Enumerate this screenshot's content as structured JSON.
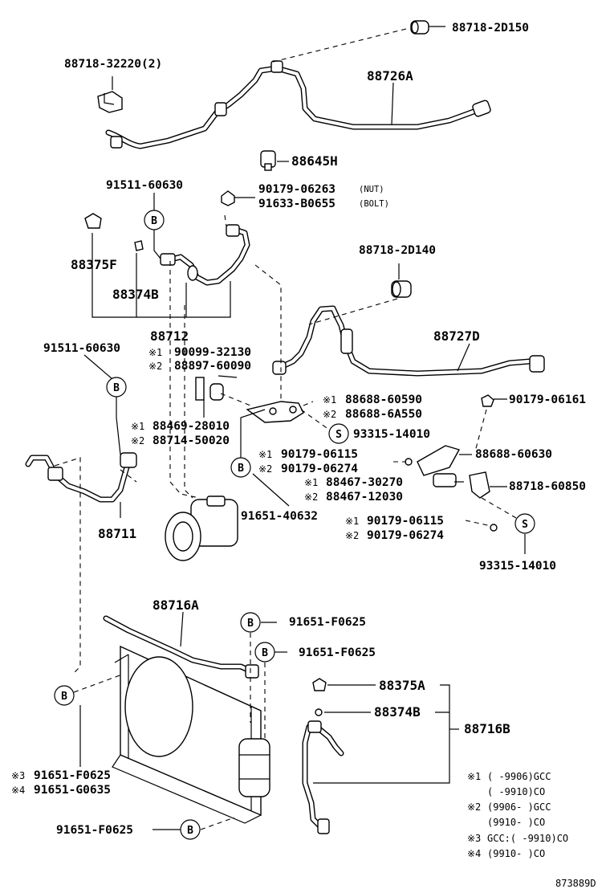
{
  "parts": {
    "p_88718_2D150": "88718-2D150",
    "p_88718_32220": "88718-32220(2)",
    "p_88726A": "88726A",
    "p_88645H": "88645H",
    "p_91511_60630_a": "91511-60630",
    "p_90179_06263": "90179-06263",
    "p_nut": "(NUT)",
    "p_91633_B0655": "91633-B0655",
    "p_bolt": "(BOLT)",
    "p_88375F": "88375F",
    "p_88374B": "88374B",
    "p_88718_2D140": "88718-2D140",
    "p_88712": "88712",
    "p_88727D": "88727D",
    "p_91511_60630_b": "91511-60630",
    "p_90099_32130": "90099-32130",
    "p_88897_60090": "88897-60090",
    "p_88688_60590": "88688-60590",
    "p_88688_6A550": "88688-6A550",
    "p_90179_06161": "90179-06161",
    "p_88469_28010": "88469-28010",
    "p_88714_50020": "88714-50020",
    "p_93315_14010_a": "93315-14010",
    "p_90179_06115_a": "90179-06115",
    "p_90179_06274_a": "90179-06274",
    "p_88688_60630": "88688-60630",
    "p_88467_30270": "88467-30270",
    "p_88467_12030": "88467-12030",
    "p_88718_60850": "88718-60850",
    "p_91651_40632": "91651-40632",
    "p_88711": "88711",
    "p_90179_06115_b": "90179-06115",
    "p_90179_06274_b": "90179-06274",
    "p_93315_14010_b": "93315-14010",
    "p_88716A": "88716A",
    "p_91651_F0625_a": "91651-F0625",
    "p_91651_F0625_b": "91651-F0625",
    "p_88375A": "88375A",
    "p_88374B_b": "88374B",
    "p_88716B": "88716B",
    "p_91651_F0625_c": "91651-F0625",
    "p_91651_G0635": "91651-G0635",
    "p_91651_F0625_d": "91651-F0625"
  },
  "marks": {
    "x1": "※1",
    "x2": "※2",
    "x3": "※3",
    "x4": "※4",
    "B": "B",
    "S": "S"
  },
  "notes": [
    {
      "mark": "※1",
      "text": "(        -9906)GCC"
    },
    {
      "mark": "",
      "text": "(        -9910)CO"
    },
    {
      "mark": "※2",
      "text": "(9906-        )GCC"
    },
    {
      "mark": "",
      "text": "(9910-        )CO"
    },
    {
      "mark": "※3",
      "text": "GCC:(       -9910)CO"
    },
    {
      "mark": "※4",
      "text": "(9910-        )CO"
    }
  ],
  "diagram_id": "873889D"
}
